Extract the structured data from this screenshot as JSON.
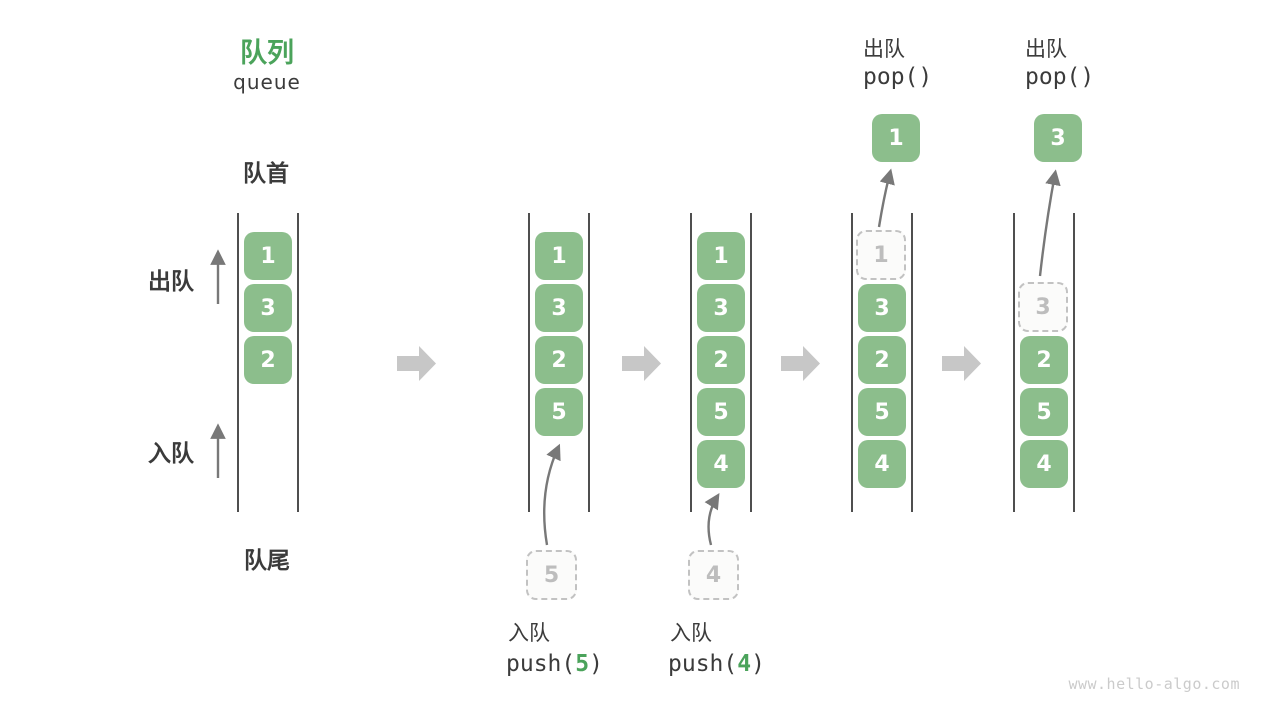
{
  "title": {
    "zh": "队列",
    "en": "queue"
  },
  "labels": {
    "front": "队首",
    "rear": "队尾",
    "dequeue": "出队",
    "enqueue": "入队"
  },
  "watermark": "www.hello-algo.com",
  "colors": {
    "box_green": "#8CBE8C",
    "accent_green": "#4BA35B",
    "text_dark": "#3B3B3B",
    "arrow_gray": "#787878",
    "block_arrow_gray": "#C7C7C7",
    "dashed_gray": "#C2C2C2"
  },
  "states": [
    {
      "name": "initial",
      "slots": [
        {
          "value": "1",
          "variant": "solid"
        },
        {
          "value": "3",
          "variant": "solid"
        },
        {
          "value": "2",
          "variant": "solid"
        }
      ]
    },
    {
      "name": "after-push-5",
      "slots": [
        {
          "value": "1",
          "variant": "solid"
        },
        {
          "value": "3",
          "variant": "solid"
        },
        {
          "value": "2",
          "variant": "solid"
        },
        {
          "value": "5",
          "variant": "solid"
        }
      ],
      "incoming": "5",
      "op": {
        "action": "入队",
        "placement": "below",
        "code": [
          {
            "t": "push("
          },
          {
            "t": "5",
            "green": true
          },
          {
            "t": ")"
          }
        ]
      }
    },
    {
      "name": "after-push-4",
      "slots": [
        {
          "value": "1",
          "variant": "solid"
        },
        {
          "value": "3",
          "variant": "solid"
        },
        {
          "value": "2",
          "variant": "solid"
        },
        {
          "value": "5",
          "variant": "solid"
        },
        {
          "value": "4",
          "variant": "solid"
        }
      ],
      "incoming": "4",
      "op": {
        "action": "入队",
        "placement": "below",
        "code": [
          {
            "t": "push("
          },
          {
            "t": "4",
            "green": true
          },
          {
            "t": ")"
          }
        ]
      }
    },
    {
      "name": "after-pop-1",
      "slots": [
        {
          "value": "1",
          "variant": "dashed"
        },
        {
          "value": "3",
          "variant": "solid"
        },
        {
          "value": "2",
          "variant": "solid"
        },
        {
          "value": "5",
          "variant": "solid"
        },
        {
          "value": "4",
          "variant": "solid"
        }
      ],
      "popped": "1",
      "op": {
        "action": "出队",
        "placement": "above",
        "code": [
          {
            "t": "pop()"
          }
        ]
      }
    },
    {
      "name": "after-pop-3",
      "slots": [
        {
          "variant": "empty"
        },
        {
          "value": "3",
          "variant": "dashed"
        },
        {
          "value": "2",
          "variant": "solid"
        },
        {
          "value": "5",
          "variant": "solid"
        },
        {
          "value": "4",
          "variant": "solid"
        }
      ],
      "popped": "3",
      "op": {
        "action": "出队",
        "placement": "above",
        "code": [
          {
            "t": "pop()"
          }
        ]
      }
    }
  ]
}
